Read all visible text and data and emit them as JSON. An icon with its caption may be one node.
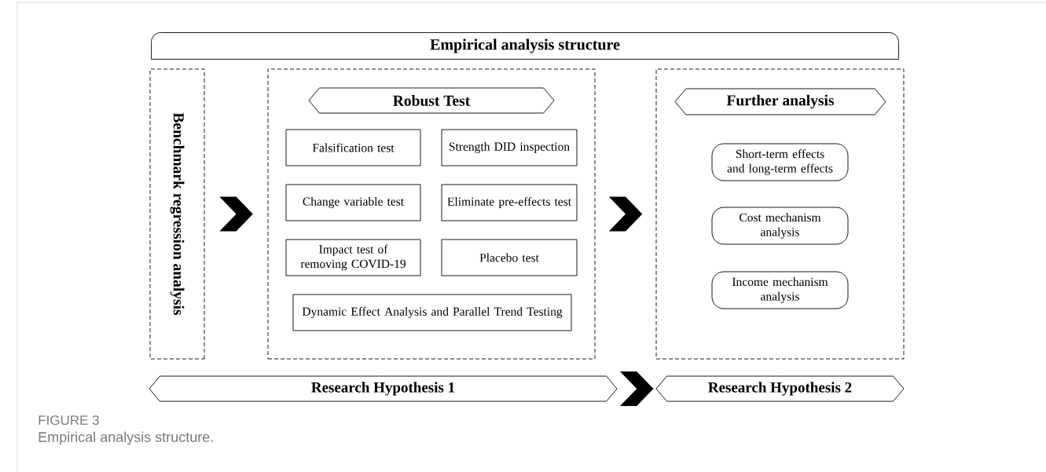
{
  "diagram": {
    "caption": "Empirical analysis structure.",
    "nodes": [
      {
        "text": [
          "Empirical analysis structure"
        ]
      },
      {
        "text": [
          "Benchmark regression analysis"
        ]
      },
      {
        "text": [],
        "shape": "box"
      },
      {
        "text": [
          "Robust Test"
        ],
        "in": 2
      },
      {
        "text": [
          "Falsification test"
        ],
        "in": 2
      },
      {
        "text": [
          "Strength DID inspection"
        ],
        "in": 2
      },
      {
        "text": [
          "Change variable test"
        ],
        "in": 2
      },
      {
        "text": [
          "Eliminate pre-effects test"
        ],
        "in": 2
      },
      {
        "text": [
          "Impact test of removing COVID-19"
        ],
        "in": 2
      },
      {
        "text": [
          "Placebo test"
        ],
        "in": 2
      },
      {
        "text": [
          "Dynamic Effect Analysis and Parallel Trend Testing"
        ],
        "in": 2
      },
      {
        "text": [],
        "shape": "box"
      },
      {
        "text": [
          "Further analysis"
        ],
        "in": 11
      },
      {
        "text": [
          "Short-term effects and long-term effects"
        ],
        "in": 11
      },
      {
        "text": [
          "Cost mechanism analysis"
        ],
        "in": 11
      },
      {
        "text": [
          "Income mechanism analysis"
        ],
        "in": 11
      },
      {
        "text": [
          "Research Hypothesis 1"
        ]
      },
      {
        "text": [
          "Research Hypothesis 2"
        ]
      }
    ],
    "edges": [
      {
        "from": 1,
        "to": 2,
        "arrow": "to"
      },
      {
        "from": 2,
        "to": 11,
        "arrow": "to"
      },
      {
        "from": 16,
        "to": 17,
        "arrow": "to"
      }
    ],
    "labels": [
      "FIGURE 3"
    ]
  }
}
